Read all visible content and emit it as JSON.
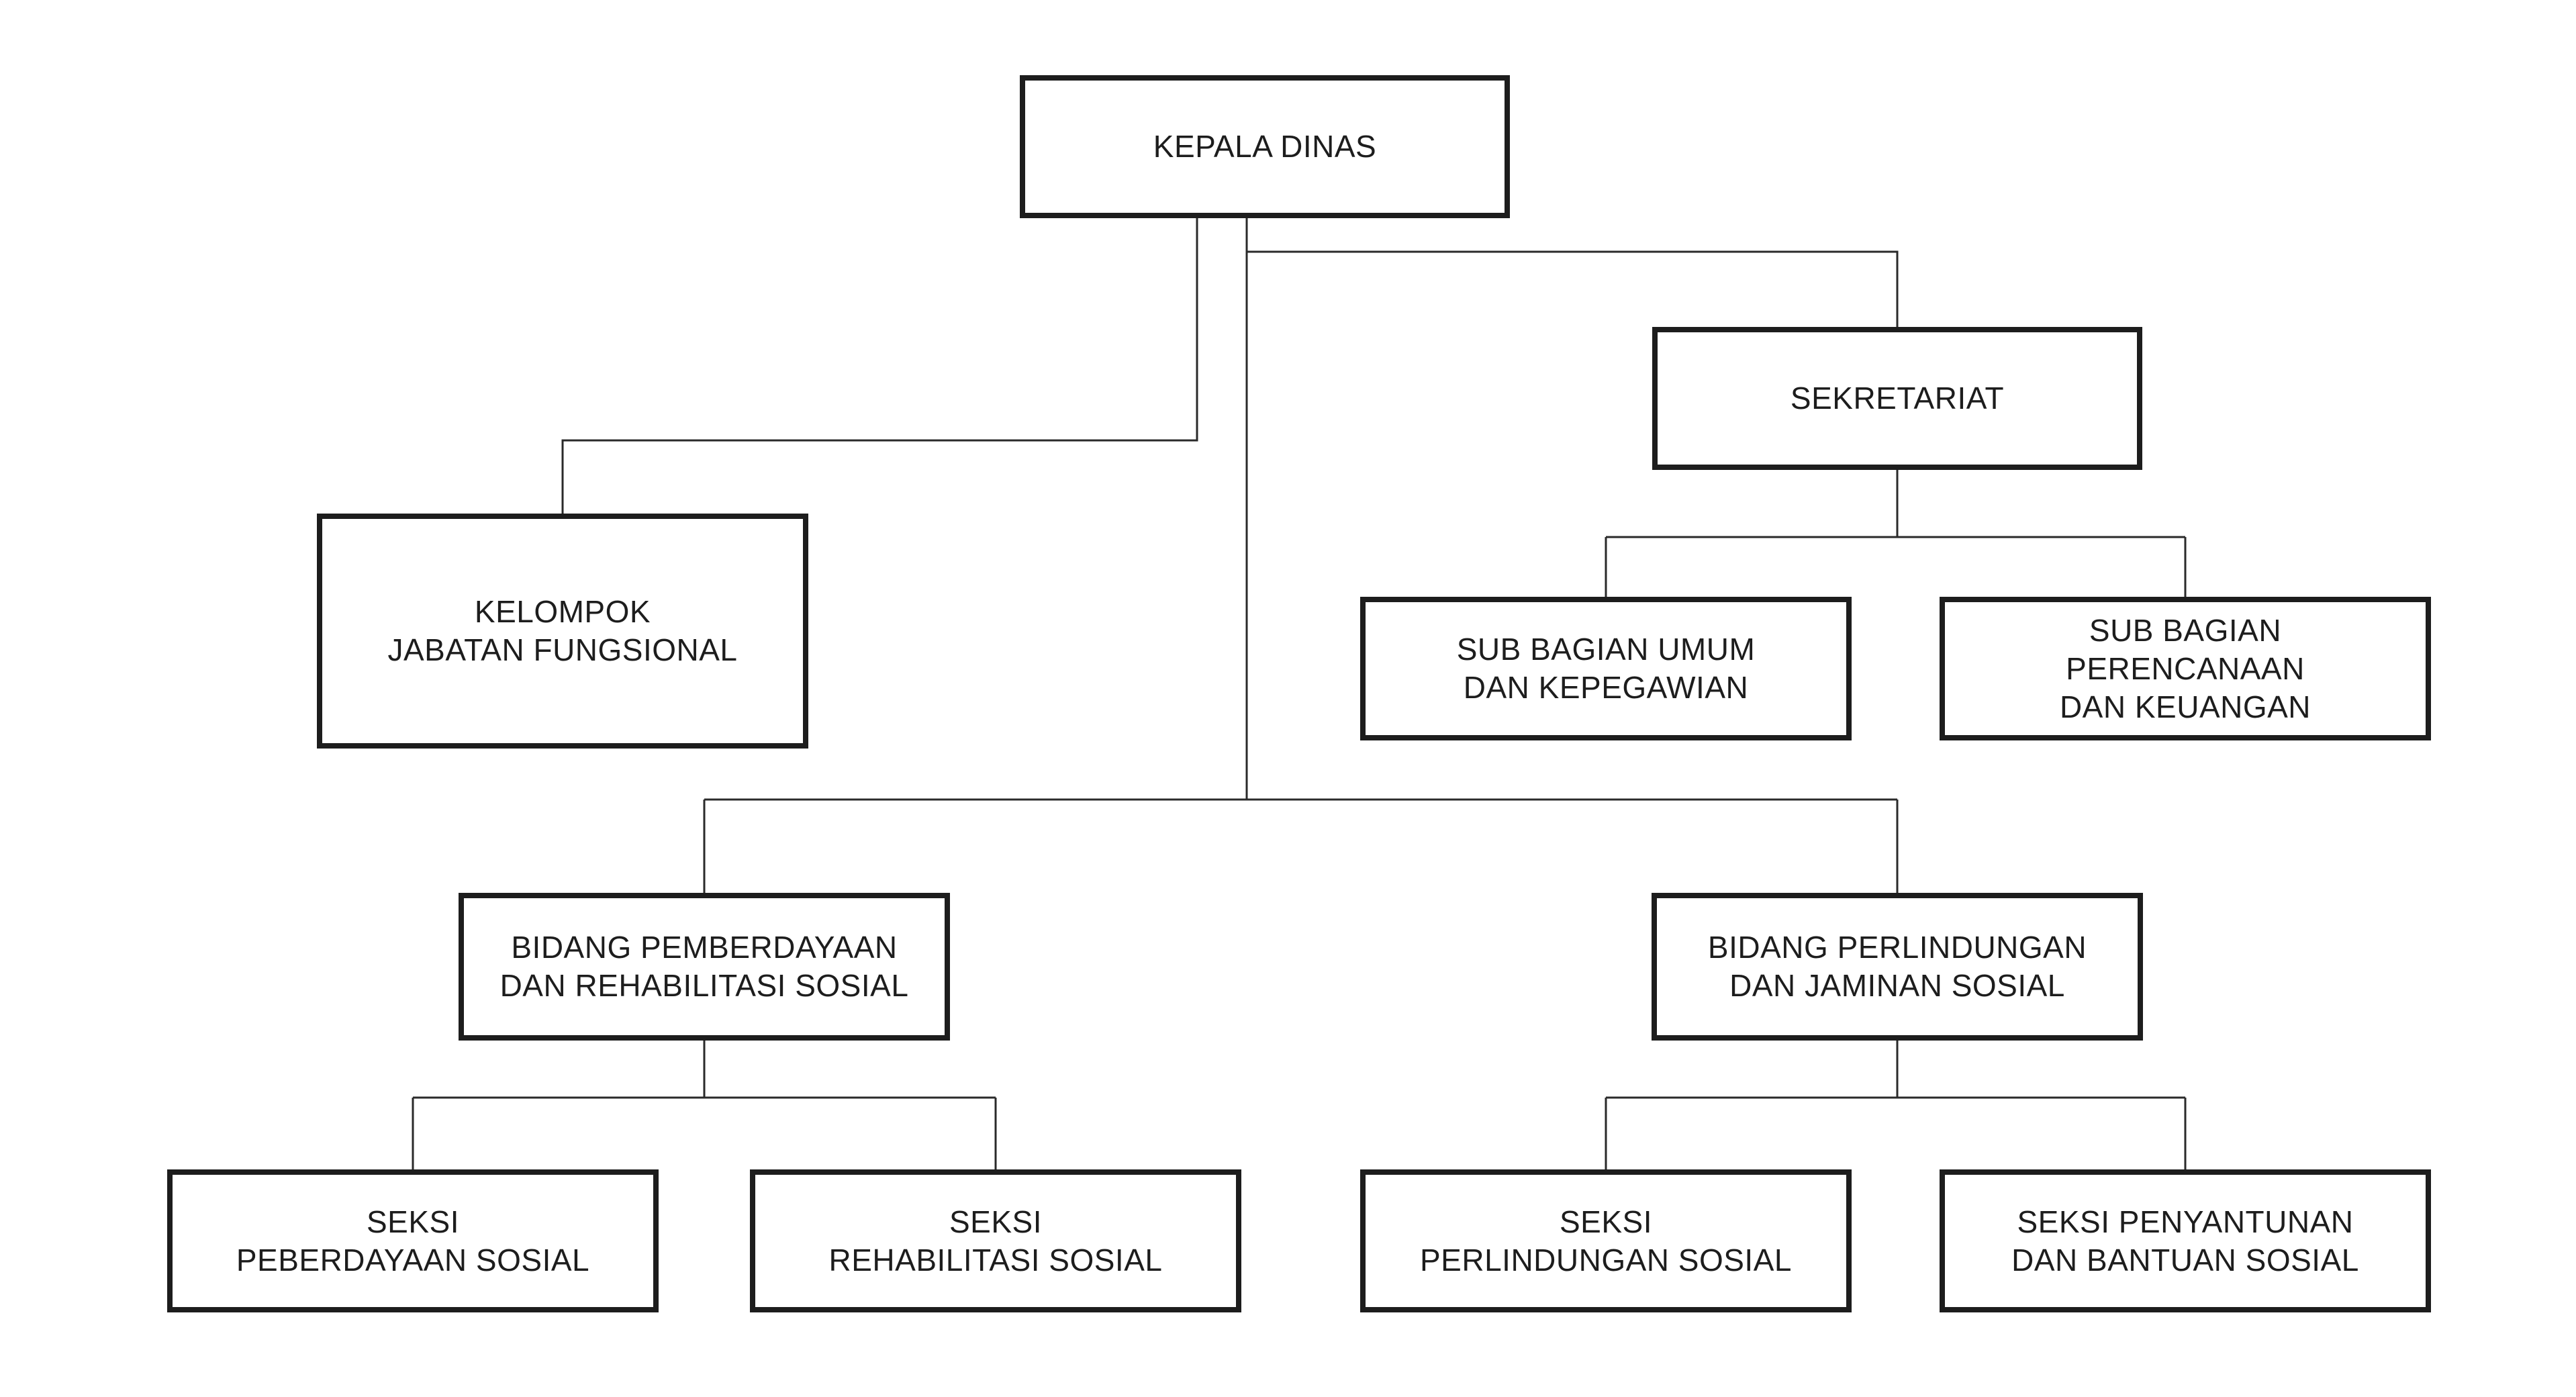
{
  "theme": {
    "background_color": "#ffffff",
    "box_border_color": "#1d1d1d",
    "text_color": "#1d1d1d",
    "connector_color": "#2a2a2a"
  },
  "org_chart": {
    "title": "",
    "nodes": [
      {
        "id": "kepala-dinas",
        "label": "KEPALA DINAS"
      },
      {
        "id": "kelompok",
        "label": "KELOMPOK\nJABATAN FUNGSIONAL"
      },
      {
        "id": "sekretariat",
        "label": "SEKRETARIAT"
      },
      {
        "id": "sub-umum",
        "label": "SUB BAGIAN UMUM\nDAN KEPEGAWIAN"
      },
      {
        "id": "sub-perencanaan",
        "label": "SUB BAGIAN\nPERENCANAAN\nDAN KEUANGAN"
      },
      {
        "id": "bidang-pemberdayaan",
        "label": "BIDANG PEMBERDAYAAN\nDAN REHABILITASI SOSIAL"
      },
      {
        "id": "bidang-perlindungan",
        "label": "BIDANG PERLINDUNGAN\nDAN JAMINAN SOSIAL"
      },
      {
        "id": "seksi-peberdayaan",
        "label": "SEKSI\nPEBERDAYAAN SOSIAL"
      },
      {
        "id": "seksi-rehabilitasi",
        "label": "SEKSI\nREHABILITASI SOSIAL"
      },
      {
        "id": "seksi-perlindungan",
        "label": "SEKSI\nPERLINDUNGAN SOSIAL"
      },
      {
        "id": "seksi-penyantunan",
        "label": "SEKSI PENYANTUNAN\nDAN BANTUAN SOSIAL"
      }
    ],
    "edges": [
      {
        "from": "kepala-dinas",
        "to": "kelompok"
      },
      {
        "from": "kepala-dinas",
        "to": "sekretariat"
      },
      {
        "from": "kepala-dinas",
        "to": "bidang-pemberdayaan"
      },
      {
        "from": "kepala-dinas",
        "to": "bidang-perlindungan"
      },
      {
        "from": "sekretariat",
        "to": "sub-umum"
      },
      {
        "from": "sekretariat",
        "to": "sub-perencanaan"
      },
      {
        "from": "bidang-pemberdayaan",
        "to": "seksi-peberdayaan"
      },
      {
        "from": "bidang-pemberdayaan",
        "to": "seksi-rehabilitasi"
      },
      {
        "from": "bidang-perlindungan",
        "to": "seksi-perlindungan"
      },
      {
        "from": "bidang-perlindungan",
        "to": "seksi-penyantunan"
      }
    ]
  }
}
